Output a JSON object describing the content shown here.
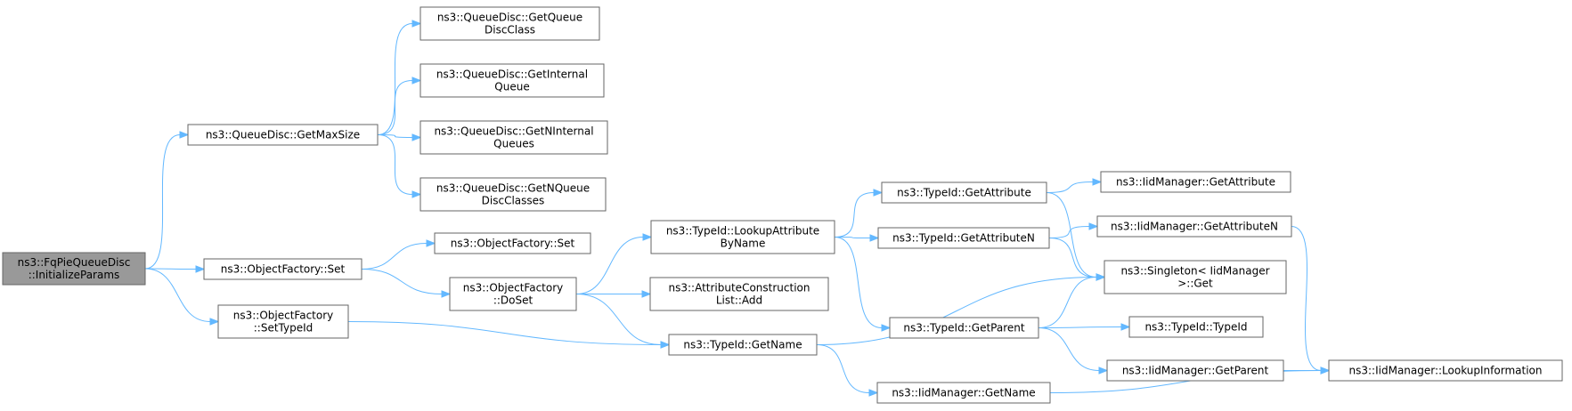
{
  "nodes": [
    {
      "id": "n0",
      "lines": [
        "ns3::FqPieQueueDisc",
        "::InitializeParams"
      ],
      "root": true
    },
    {
      "id": "n1",
      "lines": [
        "ns3::QueueDisc::GetMaxSize"
      ]
    },
    {
      "id": "n2",
      "lines": [
        "ns3::ObjectFactory::Set"
      ]
    },
    {
      "id": "n3",
      "lines": [
        "ns3::ObjectFactory",
        "::SetTypeId"
      ]
    },
    {
      "id": "n4",
      "lines": [
        "ns3::QueueDisc::GetQueue",
        "DiscClass"
      ]
    },
    {
      "id": "n5",
      "lines": [
        "ns3::QueueDisc::GetInternal",
        "Queue"
      ]
    },
    {
      "id": "n6",
      "lines": [
        "ns3::QueueDisc::GetNInternal",
        "Queues"
      ]
    },
    {
      "id": "n7",
      "lines": [
        "ns3::QueueDisc::GetNQueue",
        "DiscClasses"
      ]
    },
    {
      "id": "n8",
      "lines": [
        "ns3::ObjectFactory::Set"
      ]
    },
    {
      "id": "n9",
      "lines": [
        "ns3::ObjectFactory",
        "::DoSet"
      ]
    },
    {
      "id": "n10",
      "lines": [
        "ns3::TypeId::LookupAttribute",
        "ByName"
      ]
    },
    {
      "id": "n11",
      "lines": [
        "ns3::AttributeConstruction",
        "List::Add"
      ]
    },
    {
      "id": "n12",
      "lines": [
        "ns3::TypeId::GetName"
      ]
    },
    {
      "id": "n13",
      "lines": [
        "ns3::TypeId::GetAttribute"
      ]
    },
    {
      "id": "n14",
      "lines": [
        "ns3::TypeId::GetAttributeN"
      ]
    },
    {
      "id": "n15",
      "lines": [
        "ns3::TypeId::GetParent"
      ]
    },
    {
      "id": "n16",
      "lines": [
        "ns3::IidManager::GetName"
      ]
    },
    {
      "id": "n17",
      "lines": [
        "ns3::IidManager::GetAttribute"
      ]
    },
    {
      "id": "n18",
      "lines": [
        "ns3::IidManager::GetAttributeN"
      ]
    },
    {
      "id": "n19",
      "lines": [
        "ns3::Singleton< IidManager",
        " >::Get"
      ]
    },
    {
      "id": "n20",
      "lines": [
        "ns3::TypeId::TypeId"
      ]
    },
    {
      "id": "n21",
      "lines": [
        "ns3::IidManager::GetParent"
      ]
    },
    {
      "id": "n22",
      "lines": [
        "ns3::IidManager::LookupInformation"
      ]
    }
  ],
  "edges": [
    {
      "from": "n0",
      "to": "n1"
    },
    {
      "from": "n0",
      "to": "n2"
    },
    {
      "from": "n0",
      "to": "n3"
    },
    {
      "from": "n1",
      "to": "n4"
    },
    {
      "from": "n1",
      "to": "n5"
    },
    {
      "from": "n1",
      "to": "n6"
    },
    {
      "from": "n1",
      "to": "n7"
    },
    {
      "from": "n2",
      "to": "n8"
    },
    {
      "from": "n2",
      "to": "n9"
    },
    {
      "from": "n3",
      "to": "n12"
    },
    {
      "from": "n9",
      "to": "n10"
    },
    {
      "from": "n9",
      "to": "n11"
    },
    {
      "from": "n9",
      "to": "n12"
    },
    {
      "from": "n10",
      "to": "n13"
    },
    {
      "from": "n10",
      "to": "n14"
    },
    {
      "from": "n10",
      "to": "n15"
    },
    {
      "from": "n12",
      "to": "n19"
    },
    {
      "from": "n12",
      "to": "n16"
    },
    {
      "from": "n13",
      "to": "n17"
    },
    {
      "from": "n13",
      "to": "n19"
    },
    {
      "from": "n14",
      "to": "n18"
    },
    {
      "from": "n14",
      "to": "n19"
    },
    {
      "from": "n15",
      "to": "n19"
    },
    {
      "from": "n15",
      "to": "n20"
    },
    {
      "from": "n15",
      "to": "n21"
    },
    {
      "from": "n16",
      "to": "n22"
    },
    {
      "from": "n18",
      "to": "n22"
    },
    {
      "from": "n21",
      "to": "n22"
    }
  ]
}
